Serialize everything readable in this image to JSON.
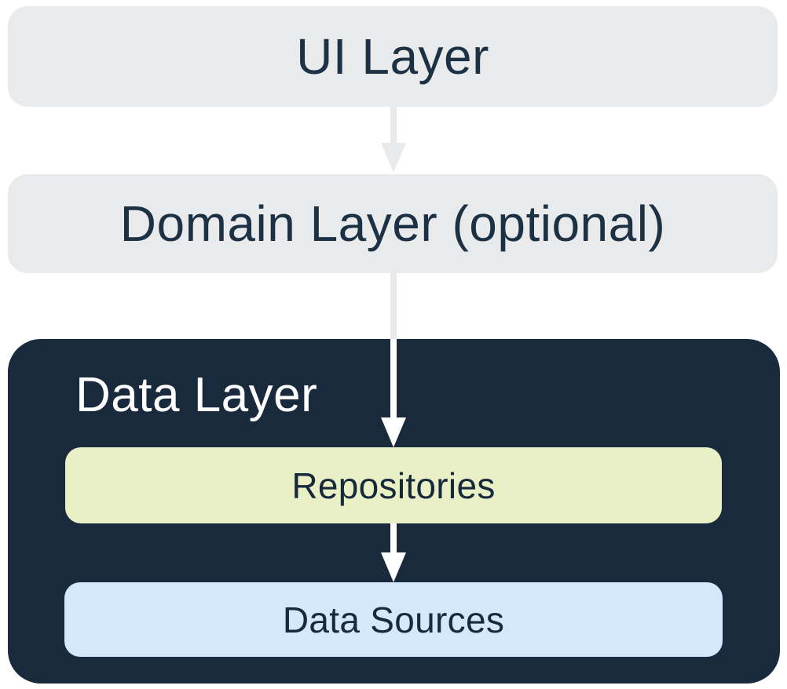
{
  "diagram": {
    "background_color": "#FFFFFF",
    "nodes": {
      "ui_layer": {
        "label": "UI Layer",
        "fill": "#E9EAEC",
        "text_color": "#1D3144"
      },
      "domain_layer": {
        "label": "Domain Layer (optional)",
        "fill": "#E9EAEC",
        "text_color": "#1D3144"
      },
      "data_layer": {
        "label": "Data Layer",
        "fill": "#182A3C",
        "text_color": "#FFFFFF"
      },
      "repositories": {
        "label": "Repositories",
        "fill": "#E9F0C6",
        "text_color": "#17293A",
        "parent": "Data Layer"
      },
      "data_sources": {
        "label": "Data Sources",
        "fill": "#D5E7FA",
        "text_color": "#17293A",
        "parent": "Data Layer"
      }
    },
    "edges": [
      {
        "from": "UI Layer",
        "to": "Domain Layer (optional)",
        "direction": "down",
        "color": "#E9EAEC"
      },
      {
        "from": "Domain Layer (optional)",
        "to": "Repositories",
        "direction": "down",
        "color_outside_data_layer": "#E9EAEC",
        "color_inside_data_layer": "#FFFFFF"
      },
      {
        "from": "Repositories",
        "to": "Data Sources",
        "direction": "down",
        "color": "#FFFFFF"
      }
    ]
  }
}
